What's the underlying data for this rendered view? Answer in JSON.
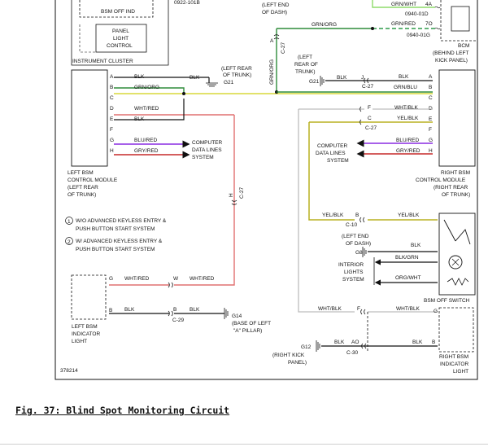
{
  "caption": "Fig. 37: Blind Spot Monitoring Circuit",
  "diagram_id": "378214",
  "colors": {
    "blk": "#111111",
    "grn_org": "#2e8b3a",
    "yellow": "#d8d83a",
    "blu_red": "#8a2be2",
    "gry_red": "#c62828",
    "wht_red": "#e07070",
    "yel_blk": "#b8b020",
    "white": "#bdbdbd",
    "grn_red": "#2e9b4a",
    "grn_wht": "#8edb6a"
  },
  "top": {
    "bsm_off_ind": "BSM OFF IND",
    "panel_light_l1": "PANEL",
    "panel_light_l2": "LIGHT",
    "panel_light_l3": "CONTROL",
    "instrument_cluster": "INSTRUMENT CLUSTER",
    "part_no": "0922-101B",
    "left_end_l1": "(LEFT END",
    "left_end_l2": "OF DASH)",
    "grn_wht": "GRN/WHT",
    "pin_4a": "4A",
    "conn_0940_01d": "0940-01D",
    "grn_org": "GRN/ORG",
    "grn_red": "GRN/RED",
    "pin_7o": "7O",
    "conn_0940_01g": "0940-01G",
    "bcm": "BCM",
    "behind_l1": "(BEHIND LEFT",
    "behind_l2": "KICK PANEL)"
  },
  "center": {
    "blk": "BLK",
    "left_rear_trunk_l1": "(LEFT REAR",
    "left_rear_trunk_l2": "OF TRUNK)",
    "g21": "G21",
    "grn_org_v": "GRN/ORG",
    "pin_a": "A",
    "c27": "C-27",
    "left_rear_l1": "(LEFT",
    "left_rear_l2": "REAR OF",
    "left_rear_l3": "TRUNK)",
    "g21_b": "G21",
    "blk_b": "BLK",
    "pin_j": "J",
    "c27_b": "C-27"
  },
  "left_module": {
    "pins": [
      "A",
      "B",
      "C",
      "D",
      "E",
      "F",
      "G",
      "H"
    ],
    "wires": {
      "A": "BLK",
      "B": "GRN/ORG",
      "D": "WHT/RED",
      "E": "BLK",
      "G": "BLU/RED",
      "H": "GRY/RED"
    },
    "computer_l1": "COMPUTER",
    "computer_l2": "DATA LINES",
    "computer_l3": "SYSTEM",
    "name_l1": "LEFT BSM",
    "name_l2": "CONTROL MODULE",
    "name_l3": "(LEFT REAR",
    "name_l4": "OF TRUNK)",
    "h": "H",
    "c27": "C-27"
  },
  "right_module": {
    "pins": [
      "A",
      "B",
      "C",
      "D",
      "E",
      "F",
      "G",
      "H"
    ],
    "wires": {
      "A": "BLK",
      "B": "GRN/BLU",
      "D": "WHT/BLK",
      "E": "YEL/BLK",
      "G": "BLU/RED",
      "H": "GRY/RED"
    },
    "pin_f": "F",
    "pin_c": "C",
    "c27": "C-27",
    "computer_l1": "COMPUTER",
    "computer_l2": "DATA LINES",
    "computer_l3": "SYSTEM",
    "name_l1": "RIGHT BSM",
    "name_l2": "CONTROL MODULE",
    "name_l3": "(RIGHT REAR",
    "name_l4": "OF TRUNK)"
  },
  "notes": {
    "n1": "W/O ADVANCED KEYLESS ENTRY &",
    "n1b": "PUSH BUTTON START SYSTEM",
    "n2": "W/ ADVANCED KEYLESS ENTRY &",
    "n2b": "PUSH BUTTON START SYSTEM",
    "mark1": "1",
    "mark2": "2"
  },
  "switch": {
    "yel_blk": "YEL/BLK",
    "pin_b": "B",
    "c10": "C-10",
    "yel_blk_r": "YEL/BLK",
    "left_end_l1": "(LEFT END",
    "left_end_l2": "OF DASH)",
    "g8": "G8",
    "blk": "BLK",
    "blk_grn": "BLK/GRN",
    "interior_l1": "INTERIOR",
    "interior_l2": "LIGHTS",
    "interior_l3": "SYSTEM",
    "org_wht": "ORG/WHT",
    "name": "BSM OFF SWITCH"
  },
  "left_light": {
    "pin_g": "G",
    "wht_red": "WHT/RED",
    "pin_w": "W",
    "wht_red_b": "WHT/RED",
    "pin_b": "B",
    "blk": "BLK",
    "pin_b2": "B",
    "blk_b": "BLK",
    "c29": "C-29",
    "g14": "G14",
    "base_l1": "(BASE OF LEFT",
    "base_l2": "\"A\" PILLAR)",
    "name_l1": "LEFT BSM",
    "name_l2": "INDICATOR",
    "name_l3": "LIGHT"
  },
  "right_light": {
    "wht_blk": "WHT/BLK",
    "pin_f": "F",
    "wht_blk_r": "WHT/BLK",
    "pin_g": "G",
    "g12": "G12",
    "blk": "BLK",
    "pin_ao": "AO",
    "c30": "C-30",
    "blk_r": "BLK",
    "pin_b": "B",
    "kick_l1": "(RIGHT KICK",
    "kick_l2": "PANEL)",
    "name_l1": "RIGHT BSM",
    "name_l2": "INDICATOR",
    "name_l3": "LIGHT"
  }
}
